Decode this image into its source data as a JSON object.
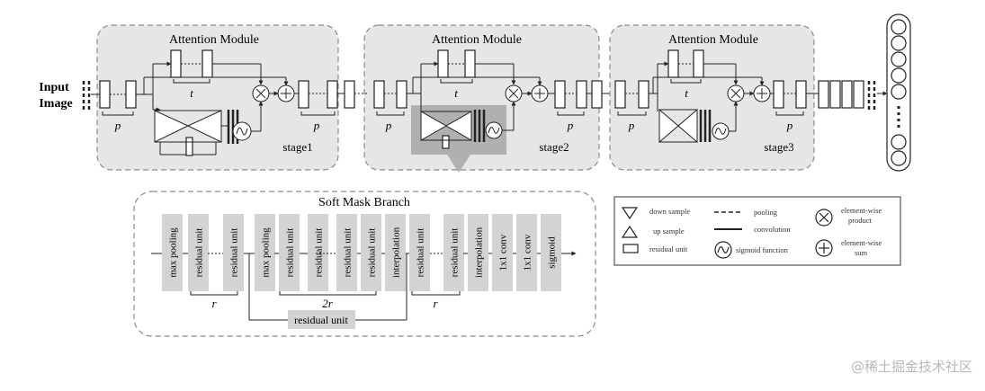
{
  "input_label": [
    "Input",
    "Image"
  ],
  "modules": [
    {
      "title": "Attention Module",
      "stage": "stage1"
    },
    {
      "title": "Attention Module",
      "stage": "stage2"
    },
    {
      "title": "Attention Module",
      "stage": "stage3"
    }
  ],
  "symbols": {
    "p": "p",
    "t": "t",
    "r": "r",
    "two_r": "2r"
  },
  "soft_mask": {
    "title": "Soft Mask Branch",
    "blocks": [
      "max pooling",
      "residual unit",
      "residual unit",
      "max pooling",
      "residual unit",
      "residual unit",
      "residual unit",
      "residual unit",
      "interpolation",
      "residual unit",
      "residual unit",
      "interpolation",
      "1x1 conv",
      "1x1 conv",
      "sigmoid"
    ],
    "skip_label": "residual unit"
  },
  "legend": {
    "down_sample": "down sample",
    "up_sample": "up sample",
    "residual_unit": "residual unit",
    "pooling": "pooling",
    "convolution": "convolution",
    "sigmoid_function": "sigmoid function",
    "product": [
      "element-wise",
      "product"
    ],
    "sum": [
      "element-wise",
      "sum"
    ]
  },
  "watermark": "@稀土掘金技术社区"
}
